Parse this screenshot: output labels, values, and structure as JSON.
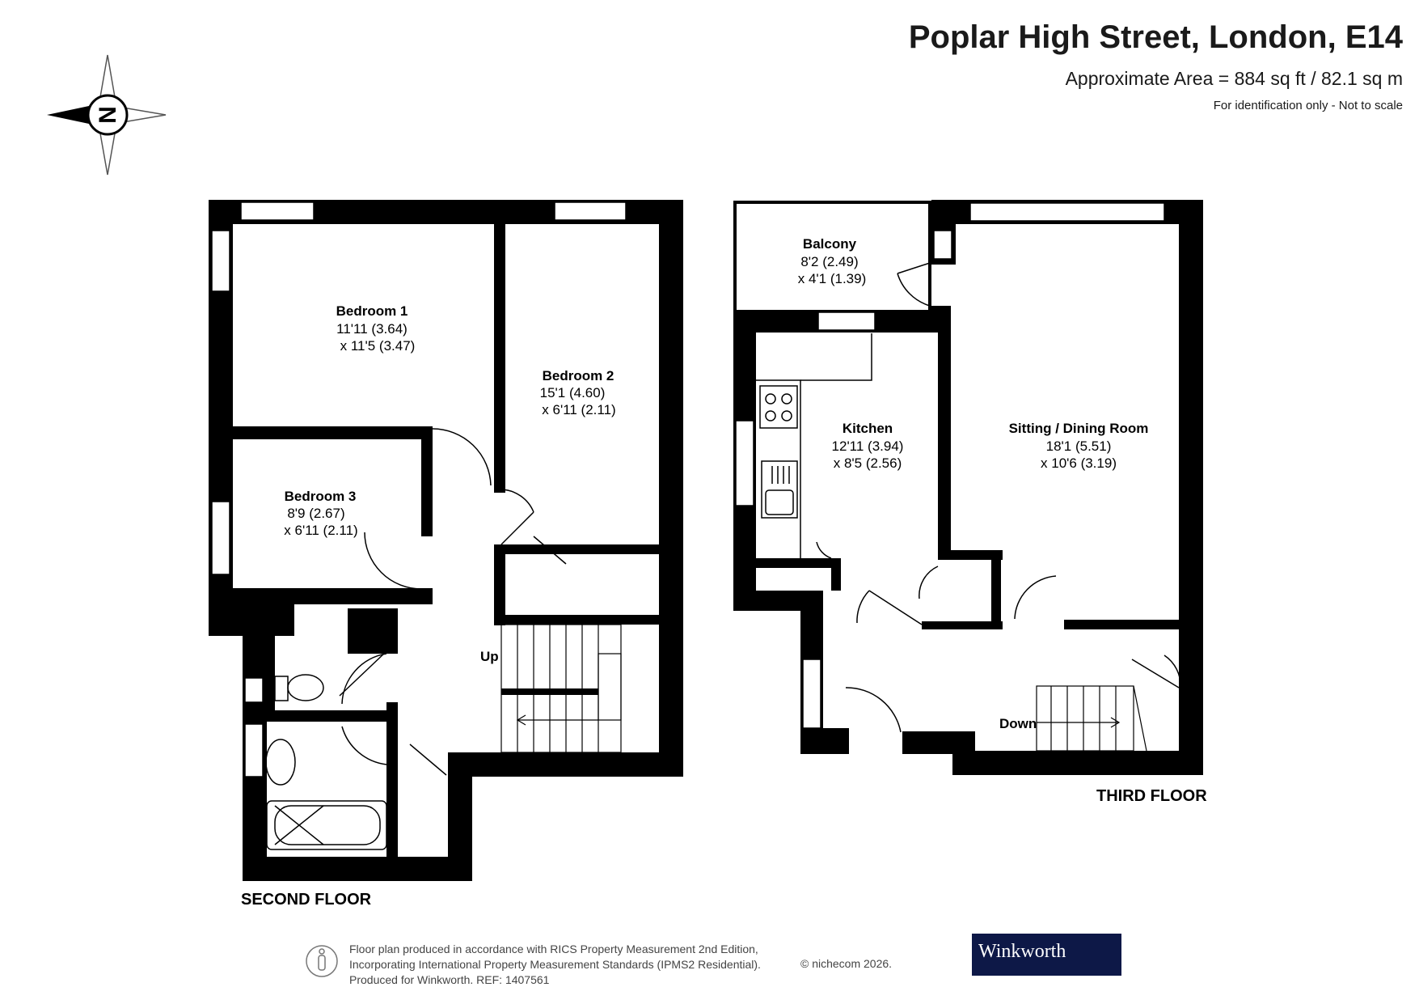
{
  "header": {
    "title": "Poplar High Street, London, E14",
    "area": "Approximate Area = 884 sq ft / 82.1 sq m",
    "note": "For identification only - Not to scale"
  },
  "compass": {
    "label": "N",
    "icon": "compass-rose-icon"
  },
  "floors": {
    "second": {
      "label": "SECOND FLOOR",
      "rooms": [
        {
          "name": "Bedroom 1",
          "dim1": "11'11 (3.64)",
          "dim2": "x 11'5 (3.47)"
        },
        {
          "name": "Bedroom 2",
          "dim1": "15'1 (4.60)",
          "dim2": "x 6'11 (2.11)"
        },
        {
          "name": "Bedroom 3",
          "dim1": "8'9 (2.67)",
          "dim2": "x 6'11 (2.11)"
        }
      ],
      "stairs_label": "Up"
    },
    "third": {
      "label": "THIRD FLOOR",
      "rooms": [
        {
          "name": "Balcony",
          "dim1": "8'2 (2.49)",
          "dim2": "x 4'1 (1.39)"
        },
        {
          "name": "Kitchen",
          "dim1": "12'11 (3.94)",
          "dim2": "x 8'5 (2.56)"
        },
        {
          "name": "Sitting / Dining Room",
          "dim1": "18'1 (5.51)",
          "dim2": "x 10'6 (3.19)"
        }
      ],
      "stairs_label": "Down"
    }
  },
  "footer": {
    "line1": "Floor plan produced in accordance with RICS Property Measurement 2nd Edition,",
    "line2": "Incorporating International Property Measurement Standards (IPMS2 Residential).",
    "line3": "Produced for Winkworth.   REF: 1407561",
    "copyright": "© nichecom 2026.",
    "brand": "Winkworth"
  },
  "colors": {
    "wall": "#000000",
    "brand": "#0d1847",
    "window": "#ffffff"
  }
}
